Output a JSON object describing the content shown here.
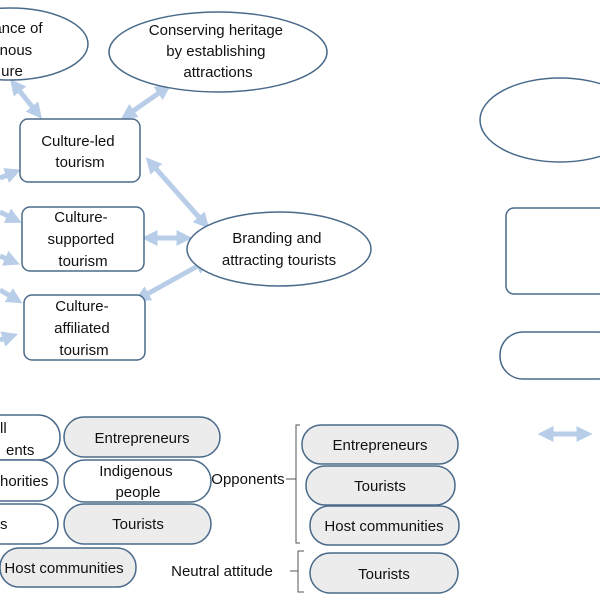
{
  "nodes": {
    "top_left_ellipse": [
      "ance of",
      "nous",
      "ure"
    ],
    "heritage": [
      "Conserving heritage",
      "by establishing",
      "attractions"
    ],
    "culture_led": [
      "Culture-led",
      "tourism"
    ],
    "culture_supported": [
      "Culture-",
      "supported",
      "tourism"
    ],
    "culture_affiliated": [
      "Culture-",
      "affiliated",
      "tourism"
    ],
    "branding": [
      "Branding and",
      "attracting tourists"
    ]
  },
  "left_group": {
    "partial_1": [
      "ll",
      "ents"
    ],
    "entrepreneurs": "Entrepreneurs",
    "partial_2": "horities",
    "indigenous_people": [
      "Indigenous",
      "people"
    ],
    "partial_3": "s",
    "tourists": "Tourists",
    "host_communities": "Host communities"
  },
  "right_group": {
    "opponents_label": "Opponents",
    "neutral_label": "Neutral attitude",
    "opponents_items": [
      "Entrepreneurs",
      "Tourists",
      "Host communities"
    ],
    "neutral_items": [
      "Tourists"
    ]
  },
  "colors": {
    "stroke": "#4a6a8a",
    "arrow": "#b8cde8",
    "pill_fill": "#ececec"
  }
}
